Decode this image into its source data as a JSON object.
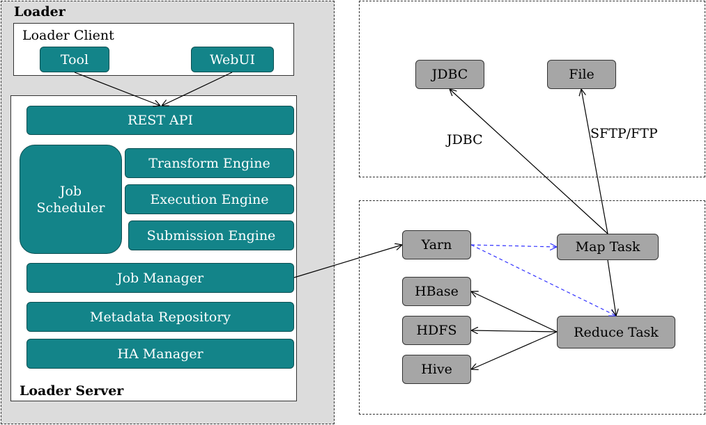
{
  "loader": {
    "title": "Loader",
    "client": {
      "title": "Loader Client",
      "tool": "Tool",
      "webui": "WebUI"
    },
    "server": {
      "title": "Loader Server",
      "rest_api": "REST API",
      "job_scheduler": "Job\nScheduler",
      "transform_engine": "Transform Engine",
      "execution_engine": "Execution Engine",
      "submission_engine": "Submission Engine",
      "job_manager": "Job Manager",
      "metadata_repository": "Metadata Repository",
      "ha_manager": "HA Manager"
    }
  },
  "external": {
    "jdbc_node": "JDBC",
    "file_node": "File",
    "jdbc_edge_label": "JDBC",
    "sftp_edge_label": "SFTP/FTP"
  },
  "cluster": {
    "yarn": "Yarn",
    "map_task": "Map Task",
    "reduce_task": "Reduce Task",
    "hbase": "HBase",
    "hdfs": "HDFS",
    "hive": "Hive"
  },
  "colors": {
    "teal": "#138489",
    "gray_node": "#a6a6a6",
    "panel_gray": "#dcdcdc",
    "dashed_arrow": "#3333ff"
  }
}
